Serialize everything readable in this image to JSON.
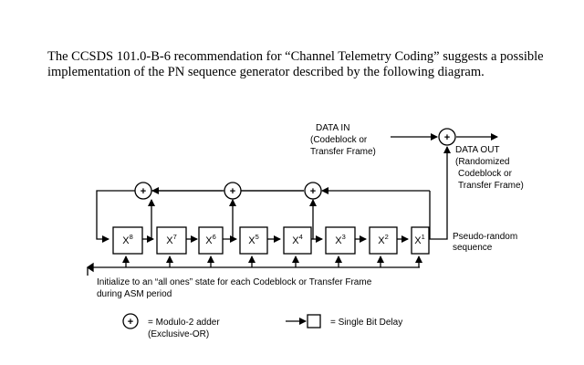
{
  "intro_text": "The CCSDS 101.0-B-6 recommendation for “Channel Telemetry Coding” suggests a possible implementation of the PN sequence generator described by the following diagram.",
  "diagram": {
    "data_in": [
      "DATA IN",
      "(Codeblock or",
      "Transfer Frame)"
    ],
    "data_out": [
      "DATA OUT",
      "(Randomized",
      "Codeblock or",
      "Transfer Frame)"
    ],
    "pseudo_random": [
      "Pseudo-random",
      "sequence"
    ],
    "registers": [
      {
        "base": "X",
        "exp": "8"
      },
      {
        "base": "X",
        "exp": "7"
      },
      {
        "base": "X",
        "exp": "6"
      },
      {
        "base": "X",
        "exp": "5"
      },
      {
        "base": "X",
        "exp": "4"
      },
      {
        "base": "X",
        "exp": "3"
      },
      {
        "base": "X",
        "exp": "2"
      },
      {
        "base": "X",
        "exp": "1"
      }
    ],
    "adder_symbol": "+",
    "initialize": [
      "Initialize to an “all ones” state for each Codeblock or Transfer Frame",
      "during ASM period"
    ]
  },
  "legend": {
    "adder": [
      "= Modulo-2 adder",
      "(Exclusive-OR)"
    ],
    "delay": "= Single Bit Delay"
  }
}
